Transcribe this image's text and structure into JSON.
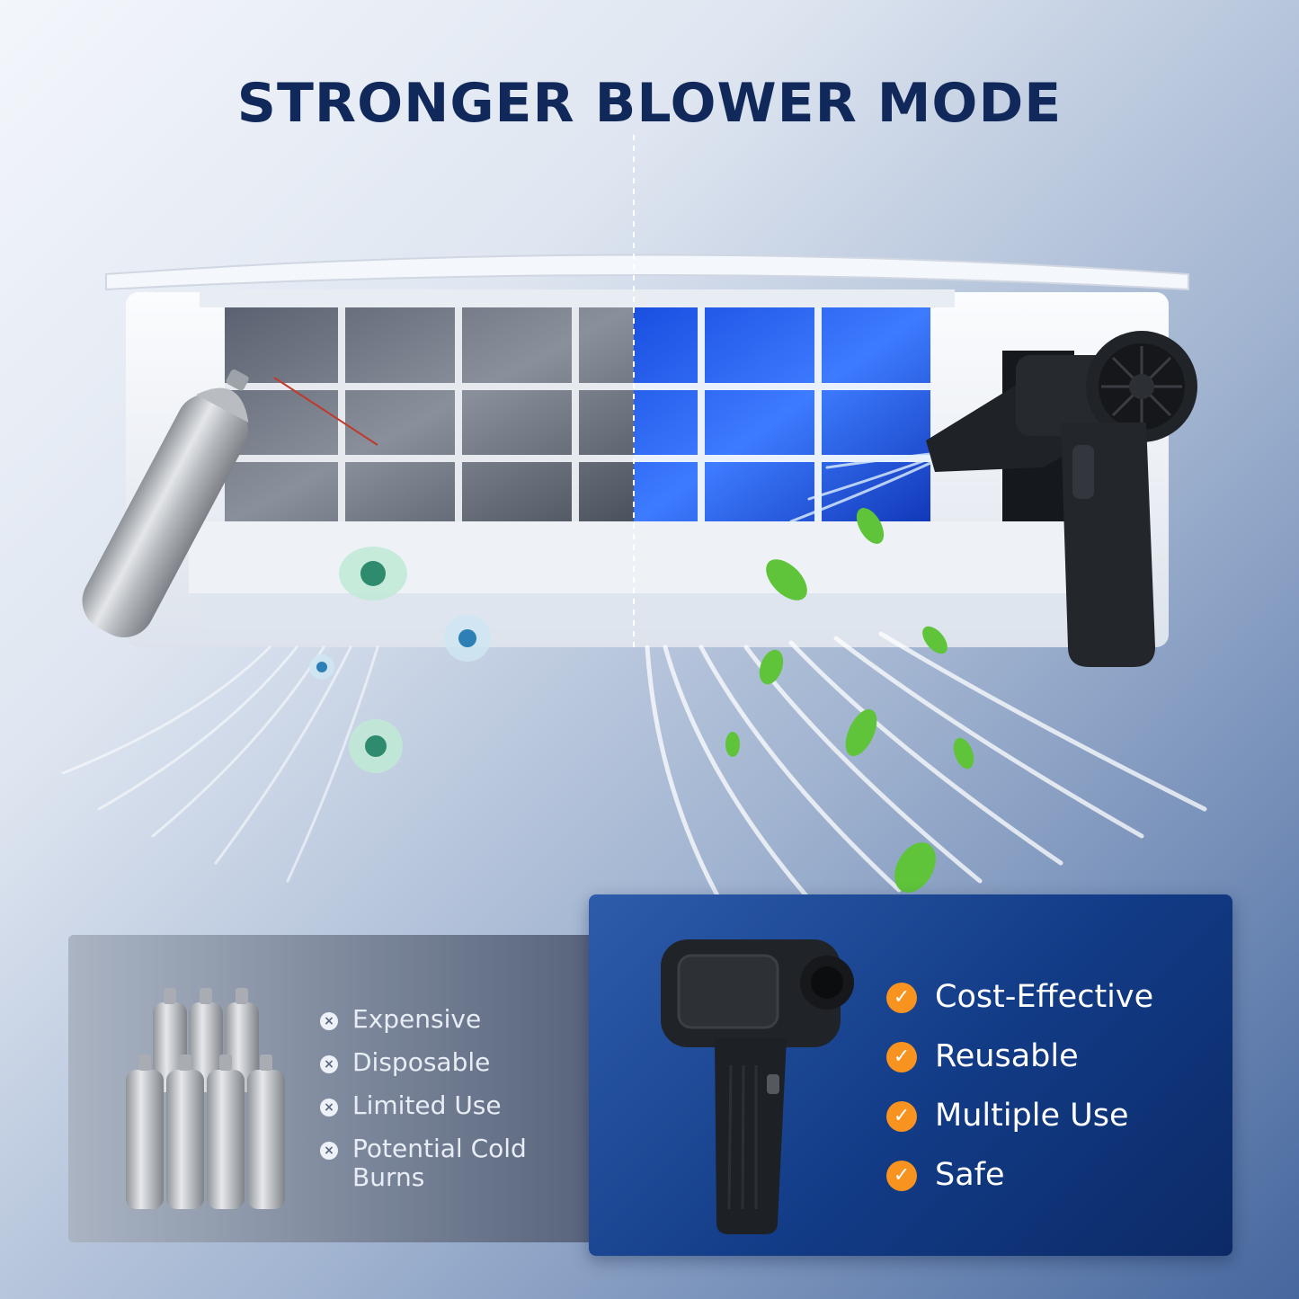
{
  "title": "STRONGER BLOWER MODE",
  "cons": {
    "items": [
      "Expensive",
      "Disposable",
      "Limited Use",
      "Potential Cold Burns"
    ]
  },
  "pros": {
    "items": [
      "Cost-Effective",
      "Reusable",
      "Multiple Use",
      "Safe"
    ]
  },
  "icons": {
    "con": "x-icon",
    "pro": "check-icon"
  },
  "colors": {
    "title": "#11295a",
    "check_badge": "#f7931e",
    "pro_panel": "#123b86"
  }
}
